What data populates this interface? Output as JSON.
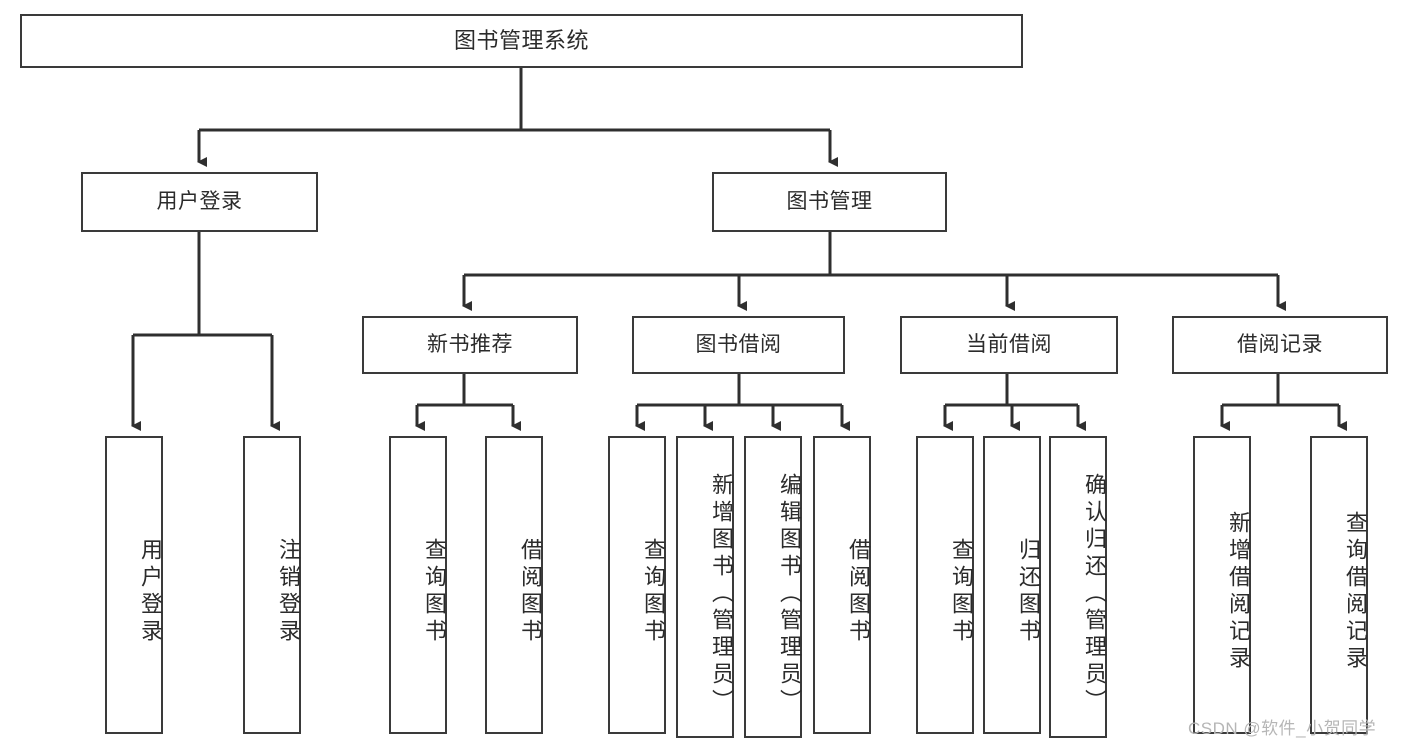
{
  "diagram": {
    "title": "图书管理系统",
    "type": "tree-hierarchy-chart",
    "root": {
      "label": "图书管理系统"
    },
    "level2": [
      {
        "label": "用户登录"
      },
      {
        "label": "图书管理"
      }
    ],
    "level3": [
      {
        "label": "新书推荐"
      },
      {
        "label": "图书借阅"
      },
      {
        "label": "当前借阅"
      },
      {
        "label": "借阅记录"
      }
    ],
    "leaves": {
      "user_login": [
        {
          "label": "用户登录"
        },
        {
          "label": "注销登录"
        }
      ],
      "new_book_recommend": [
        {
          "label": "查询图书"
        },
        {
          "label": "借阅图书"
        }
      ],
      "book_borrow": [
        {
          "label": "查询图书"
        },
        {
          "label": "新增图书（管理员）"
        },
        {
          "label": "编辑图书（管理员）"
        },
        {
          "label": "借阅图书"
        }
      ],
      "current_borrow": [
        {
          "label": "查询图书"
        },
        {
          "label": "归还图书"
        },
        {
          "label": "确认归还（管理员）"
        }
      ],
      "borrow_record": [
        {
          "label": "新增借阅记录"
        },
        {
          "label": "查询借阅记录"
        }
      ]
    }
  },
  "watermark": {
    "text": "CSDN @软件_小贺同学"
  },
  "colors": {
    "border": "#3a3a3a",
    "text": "#2b2b2b",
    "background": "#ffffff",
    "watermark": "#b6b6b6"
  }
}
